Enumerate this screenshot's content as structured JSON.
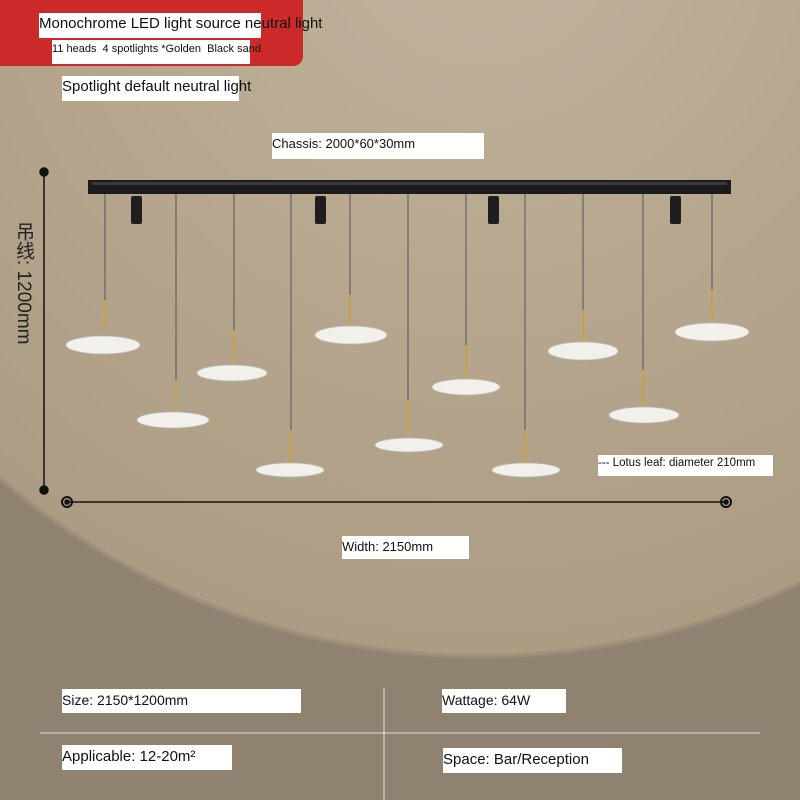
{
  "header": {
    "title": "Monochrome LED light source neutral light",
    "subtitle": "11 heads  4 spotlights *Golden  Black sand",
    "note": "Spotlight default neutral light"
  },
  "dimensions": {
    "chassis": "Chassis: 2000*60*30mm",
    "cable": "吊线: 1200mm",
    "lotus": "--- Lotus leaf: diameter 210mm",
    "width": "Width: 2150mm"
  },
  "specs": {
    "size": "Size: 2150*1200mm",
    "wattage": "Wattage: 64W",
    "applicable": "Applicable: 12-20m²",
    "space": "Space: Bar/Reception"
  },
  "colors": {
    "accent": "#cc2a2a",
    "background": "#b5a68d"
  }
}
